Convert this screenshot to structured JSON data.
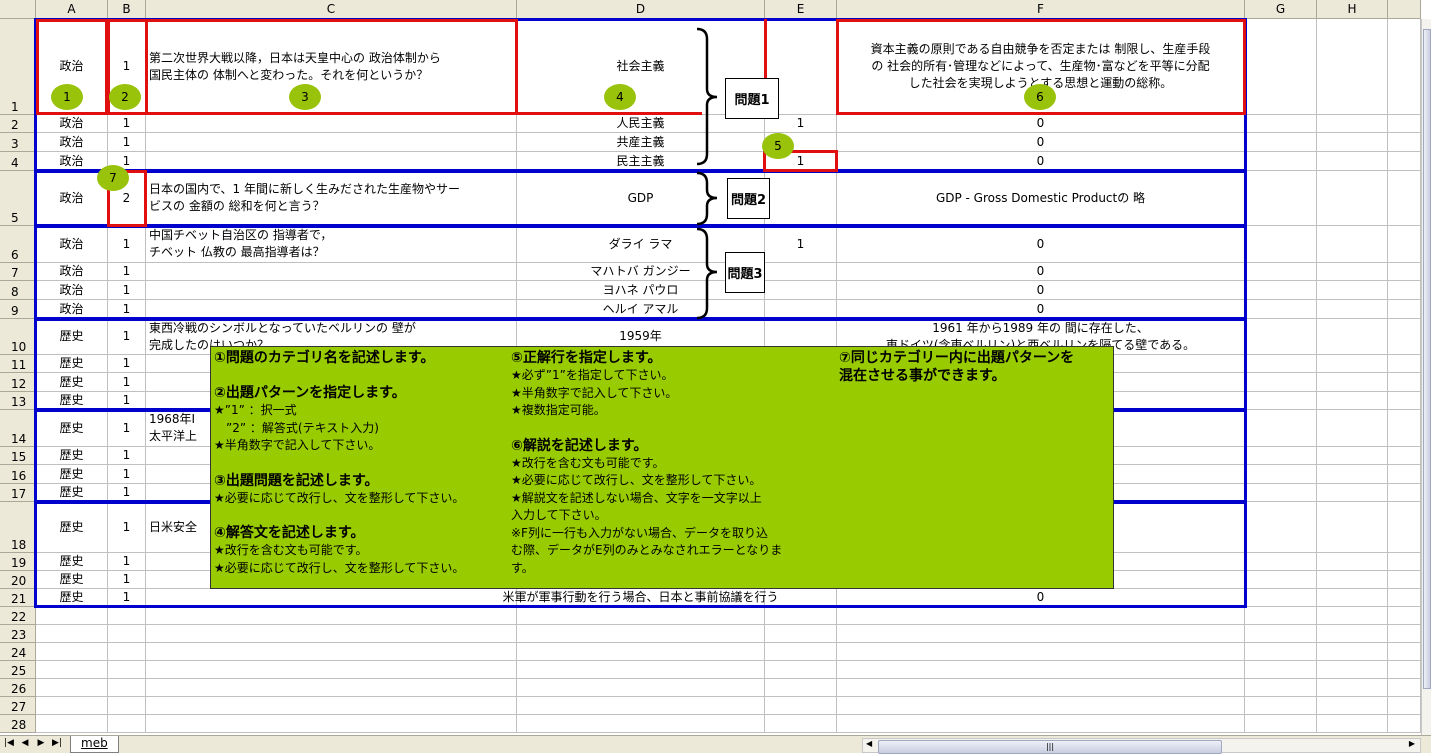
{
  "columns": [
    "A",
    "B",
    "C",
    "D",
    "E",
    "F",
    "G",
    "H"
  ],
  "row_numbers": [
    "1",
    "2",
    "3",
    "4",
    "5",
    "6",
    "7",
    "8",
    "9",
    "10",
    "11",
    "12",
    "13",
    "14",
    "15",
    "16",
    "17",
    "18",
    "19",
    "20",
    "21",
    "22",
    "23",
    "24",
    "25",
    "26",
    "27",
    "28"
  ],
  "rows": [
    {
      "A": "政治",
      "B": "1",
      "C": "第二次世界大戦以降，日本は天皇中心の 政治体制から\n国民主体の 体制へと変わった。それを何というか？",
      "D": "社会主義",
      "E": "",
      "F": "資本主義の原則である自由競争を否定または 制限し、生産手段\nの 社会的所有･管理などによって、生産物･富などを平等に分配\nした社会を実現しようとする思想と運動の総称。"
    },
    {
      "A": "政治",
      "B": "1",
      "C": "",
      "D": "人民主義",
      "E": "1",
      "F": "0"
    },
    {
      "A": "政治",
      "B": "1",
      "C": "",
      "D": "共産主義",
      "E": "",
      "F": "0"
    },
    {
      "A": "政治",
      "B": "1",
      "C": "",
      "D": "民主主義",
      "E": "1",
      "F": "0"
    },
    {
      "A": "政治",
      "B": "2",
      "C": "日本の国内で、1 年間に新しく生みだされた生産物やサー\nビスの 金額の 総和を何と言う？",
      "D": "GDP",
      "E": "",
      "F": "GDP - Gross Domestic Productの 略"
    },
    {
      "A": "政治",
      "B": "1",
      "C": "中国チベット自治区の 指導者で，\nチベット 仏教の 最高指導者は？",
      "D": "ダライ ラマ",
      "E": "1",
      "F": "0"
    },
    {
      "A": "政治",
      "B": "1",
      "C": "",
      "D": "マハトバ ガンジー",
      "E": "",
      "F": "0"
    },
    {
      "A": "政治",
      "B": "1",
      "C": "",
      "D": "ヨハネ パウロ",
      "E": "",
      "F": "0"
    },
    {
      "A": "政治",
      "B": "1",
      "C": "",
      "D": "ヘルイ アマル",
      "E": "",
      "F": "0"
    },
    {
      "A": "歴史",
      "B": "1",
      "C": "東西冷戦のシンボルとなっていたベルリンの 壁が\n完成したのはいつか？",
      "D": "1959年",
      "E": "",
      "F": "1961 年から1989 年の 間に存在した、\n東ドイツ(含東ベルリン)と西ベルリンを隔てる壁である。"
    },
    {
      "A": "歴史",
      "B": "1",
      "C": "",
      "D": "",
      "E": "",
      "F": ""
    },
    {
      "A": "歴史",
      "B": "1",
      "C": "",
      "D": "",
      "E": "",
      "F": ""
    },
    {
      "A": "歴史",
      "B": "1",
      "C": "",
      "D": "",
      "E": "",
      "F": ""
    },
    {
      "A": "歴史",
      "B": "1",
      "C": "1968年I\n太平洋上",
      "D": "",
      "E": "",
      "F": ""
    },
    {
      "A": "歴史",
      "B": "1",
      "C": "",
      "D": "",
      "E": "",
      "F": ""
    },
    {
      "A": "歴史",
      "B": "1",
      "C": "",
      "D": "",
      "E": "",
      "F": ""
    },
    {
      "A": "歴史",
      "B": "1",
      "C": "",
      "D": "",
      "E": "",
      "F": ""
    },
    {
      "A": "歴史",
      "B": "1",
      "C": "日米安全",
      "D": "",
      "E": "",
      "F": ""
    },
    {
      "A": "歴史",
      "B": "1",
      "C": "",
      "D": "",
      "E": "",
      "F": ""
    },
    {
      "A": "歴史",
      "B": "1",
      "C": "",
      "D": "",
      "E": "",
      "F": ""
    },
    {
      "A": "歴史",
      "B": "1",
      "C": "",
      "D": "米軍が軍事行動を行う場合、日本と事前協議を行う",
      "E": "",
      "F": "0"
    }
  ],
  "annotations": {
    "markers": [
      "1",
      "2",
      "3",
      "4",
      "5",
      "6",
      "7"
    ],
    "questions": [
      "問題1",
      "問題2",
      "問題3"
    ]
  },
  "note": {
    "col1": [
      {
        "title": "①問題のカテゴリ名を記述します。",
        "lines": []
      },
      {
        "title": "②出題パターンを指定します。",
        "lines": [
          "★”1” ：択一式",
          "　”2” ：解答式(テキスト入力)",
          "★半角数字で記入して下さい。"
        ]
      },
      {
        "title": "③出題問題を記述します。",
        "lines": [
          "★必要に応じて改行し、文を整形して下さい。"
        ]
      },
      {
        "title": "④解答文を記述します。",
        "lines": [
          "★改行を含む文も可能です。",
          "★必要に応じて改行し、文を整形して下さい。"
        ]
      }
    ],
    "col2": [
      {
        "title": "⑤正解行を指定します。",
        "lines": [
          "★必ず”1”を指定して下さい。",
          "★半角数字で記入して下さい。",
          "★複数指定可能。"
        ]
      },
      {
        "title": "⑥解説を記述します。",
        "lines": [
          "★改行を含む文も可能です。",
          "★必要に応じて改行し、文を整形して下さい。",
          "★解説文を記述しない場合、文字を一文字以上",
          "入力して下さい。",
          "※F列に一行も入力がない場合、データを取り込",
          "む際、データがE列のみとみなされエラーとなりま",
          "す。"
        ]
      }
    ],
    "col3": [
      {
        "title": "⑦同じカテゴリー内に出題パターンを\n混在させる事ができます。",
        "lines": []
      }
    ]
  },
  "sheet_tabs": [
    "meb"
  ],
  "colors": {
    "accent_green": "#99cc00",
    "group_border": "#0000cc",
    "highlight_border": "#e01010"
  }
}
